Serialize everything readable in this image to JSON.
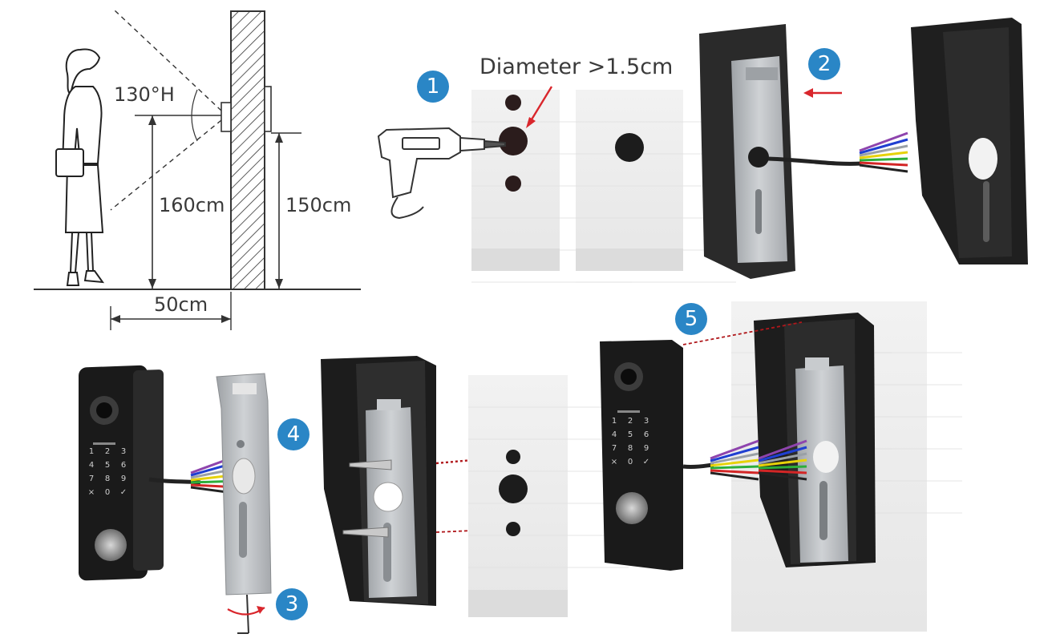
{
  "labels": {
    "angle": "130°H",
    "height_person": "160cm",
    "height_device": "150cm",
    "distance": "50cm",
    "diameter": "Diameter >1.5cm"
  },
  "steps": [
    "1",
    "2",
    "3",
    "4",
    "5"
  ],
  "keypad": [
    "1",
    "2",
    "3",
    "4",
    "5",
    "6",
    "7",
    "8",
    "9",
    "×",
    "0",
    "✓"
  ],
  "colors": {
    "badge": "#2a86c6",
    "arrow": "#d9262c",
    "device": "#1e1e1e",
    "plate": "#b9bcbf"
  }
}
